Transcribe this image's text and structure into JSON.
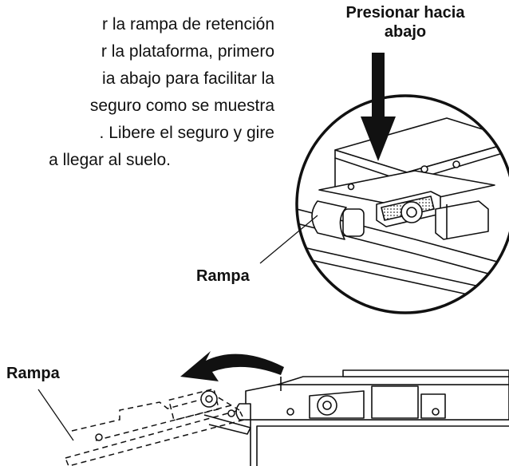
{
  "instructions": {
    "lines": [
      "r la rampa de retención",
      "r la plataforma, primero",
      "ia abajo para facilitar la",
      "seguro como se muestra",
      ". Libere el seguro y gire",
      "a llegar al suelo."
    ]
  },
  "labels": {
    "press_line1": "Presionar hacia",
    "press_line2": "abajo",
    "ramp_top": "Rampa",
    "ramp_bottom": "Rampa"
  }
}
